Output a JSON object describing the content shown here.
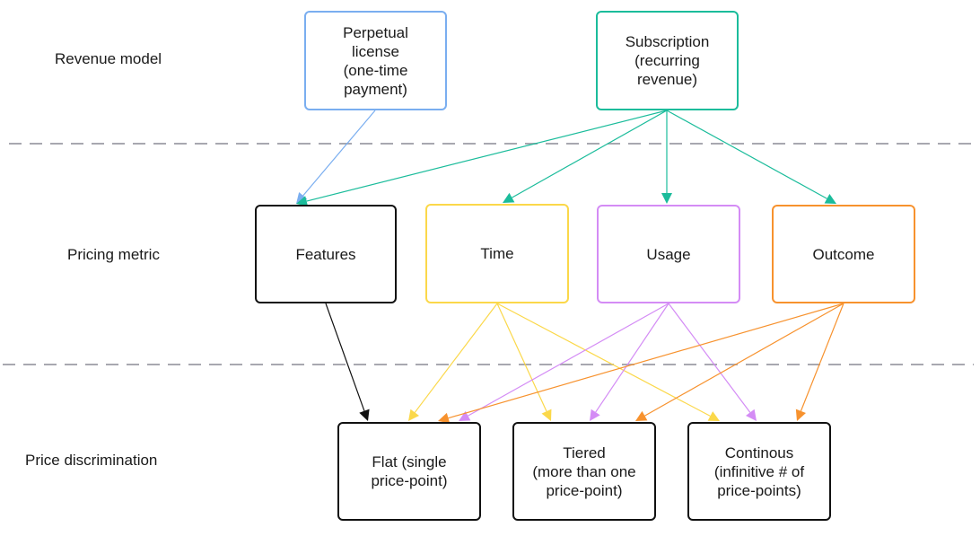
{
  "rows": {
    "revenue_model": "Revenue model",
    "pricing_metric": "Pricing metric",
    "price_discrimination": "Price discrimination"
  },
  "nodes": {
    "perpetual": "Perpetual\nlicense\n(one-time\npayment)",
    "subscription": "Subscription\n(recurring\nrevenue)",
    "features": "Features",
    "time": "Time",
    "usage": "Usage",
    "outcome": "Outcome",
    "flat": "Flat (single\nprice-point)",
    "tiered": "Tiered\n(more than one\nprice-point)",
    "continous": "Continous\n(infinitive # of\nprice-points)"
  },
  "colors": {
    "perpetual": "#7aaef0",
    "subscription": "#1bbc9b",
    "features": "#111111",
    "time": "#fbd84a",
    "usage": "#d48cf5",
    "outcome": "#f7922e",
    "separator": "#a8a8b0"
  },
  "edges": [
    {
      "from": "perpetual",
      "to": "features"
    },
    {
      "from": "subscription",
      "to": "features"
    },
    {
      "from": "subscription",
      "to": "time"
    },
    {
      "from": "subscription",
      "to": "usage"
    },
    {
      "from": "subscription",
      "to": "outcome"
    },
    {
      "from": "features",
      "to": "flat"
    },
    {
      "from": "time",
      "to": "flat"
    },
    {
      "from": "time",
      "to": "tiered"
    },
    {
      "from": "time",
      "to": "continous"
    },
    {
      "from": "usage",
      "to": "flat"
    },
    {
      "from": "usage",
      "to": "tiered"
    },
    {
      "from": "usage",
      "to": "continous"
    },
    {
      "from": "outcome",
      "to": "flat"
    },
    {
      "from": "outcome",
      "to": "tiered"
    },
    {
      "from": "outcome",
      "to": "continous"
    }
  ]
}
